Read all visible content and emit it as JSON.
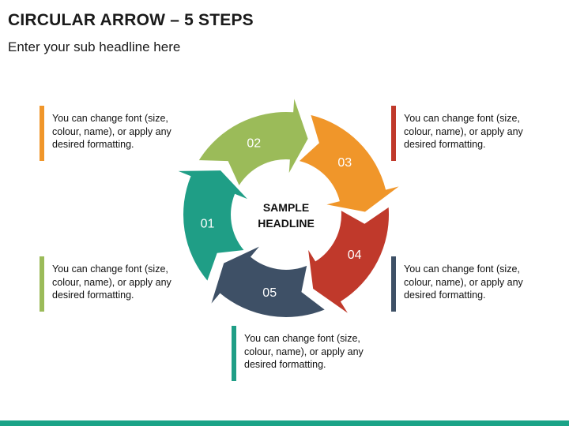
{
  "header": {
    "title": "CIRCULAR ARROW – 5 STEPS",
    "subtitle": "Enter your sub headline here"
  },
  "center": {
    "line1": "SAMPLE",
    "line2": "HEADLINE"
  },
  "steps": [
    {
      "number": "01",
      "color": "#1f9e86",
      "text": "You can change font (size, colour, name), or apply any desired formatting."
    },
    {
      "number": "02",
      "color": "#9bbb59",
      "text": "You can change font (size, colour, name), or apply any desired formatting."
    },
    {
      "number": "03",
      "color": "#f0962a",
      "text": "You can change font (size, colour, name), or apply any desired formatting."
    },
    {
      "number": "04",
      "color": "#c0392b",
      "text": "You can change font (size, colour, name), or apply any desired formatting."
    },
    {
      "number": "05",
      "color": "#3e5066",
      "text": "You can change font (size, colour, name), or apply any desired formatting."
    }
  ],
  "accent_bar_color": "#1aa387"
}
